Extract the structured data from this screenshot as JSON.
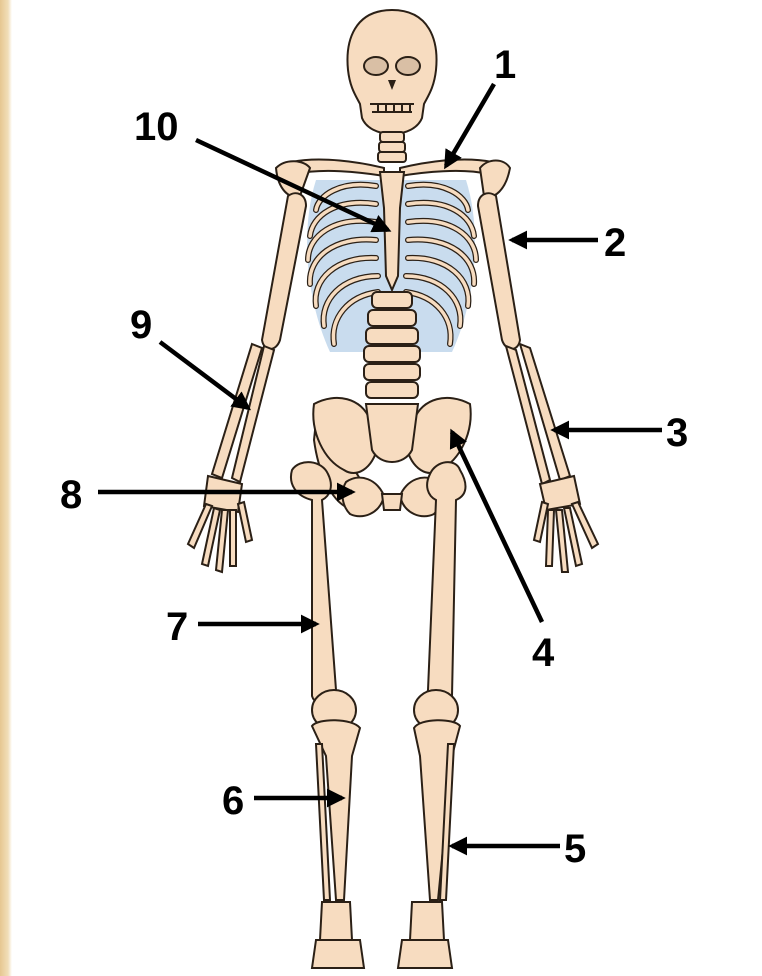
{
  "diagram": {
    "background_color": "#ffffff",
    "bone_color": "#f7dcc0",
    "outline_color": "#2b2016",
    "rib_space_color": "#c9dcee",
    "frame_color": "#e6c791",
    "labels": [
      {
        "id": "1",
        "text": "1"
      },
      {
        "id": "2",
        "text": "2"
      },
      {
        "id": "3",
        "text": "3"
      },
      {
        "id": "4",
        "text": "4"
      },
      {
        "id": "5",
        "text": "5"
      },
      {
        "id": "6",
        "text": "6"
      },
      {
        "id": "7",
        "text": "7"
      },
      {
        "id": "8",
        "text": "8"
      },
      {
        "id": "9",
        "text": "9"
      },
      {
        "id": "10",
        "text": "10"
      }
    ]
  }
}
